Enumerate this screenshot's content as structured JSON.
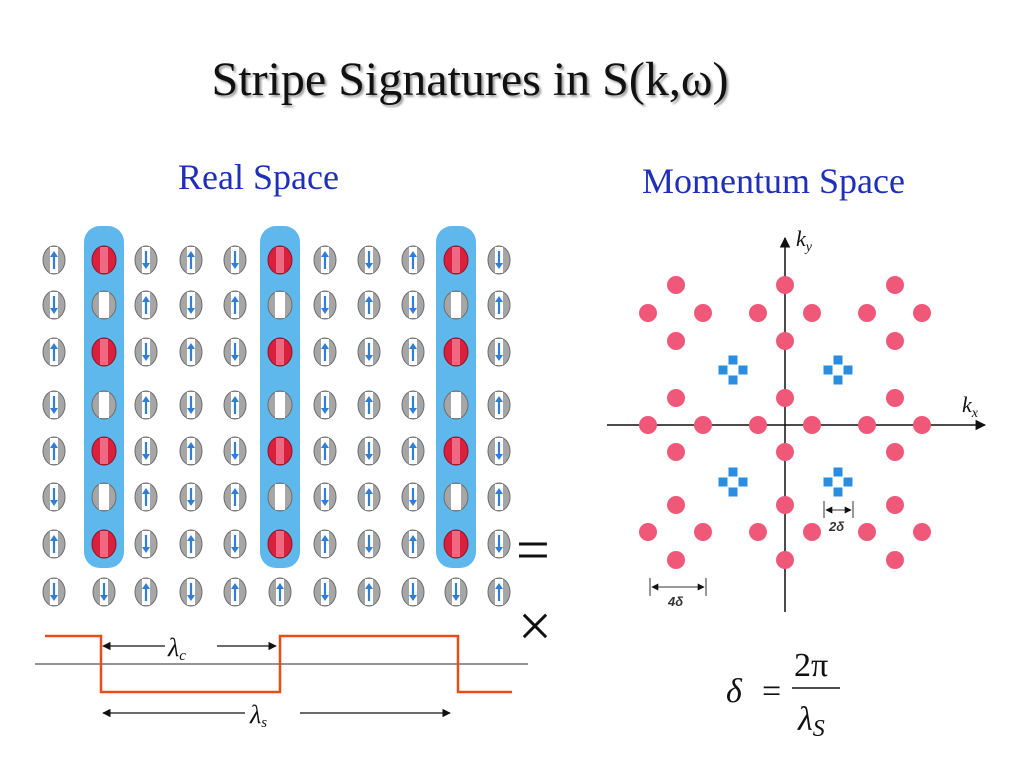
{
  "title": "Stripe Signatures in S(k,ω)",
  "headings": {
    "real_space": "Real Space",
    "momentum_space": "Momentum Space"
  },
  "axes": {
    "kx_base": "k",
    "kx_sub": "x",
    "ky_base": "k",
    "ky_sub": "y"
  },
  "labels": {
    "two_delta": "2δ",
    "four_delta": "4δ",
    "lambda_c_base": "λ",
    "lambda_c_sub": "c",
    "lambda_s_base": "λ",
    "lambda_s_sub": "s"
  },
  "symbols": {
    "equals": "=",
    "times": "×"
  },
  "formula": {
    "lhs": "δ",
    "eq": "=",
    "numerator": "2π",
    "den_base": "λ",
    "den_sub": "S"
  },
  "colors": {
    "title_text": "#111111",
    "heading_text": "#1f2fb8",
    "stripe_band": "#5fb8ec",
    "charge_red": "#d9213f",
    "spin_arrow": "#2f7fd6",
    "peak_pink": "#f0587a",
    "peak_blue": "#2a8de0",
    "stepline_orange": "#e84c1a"
  }
}
